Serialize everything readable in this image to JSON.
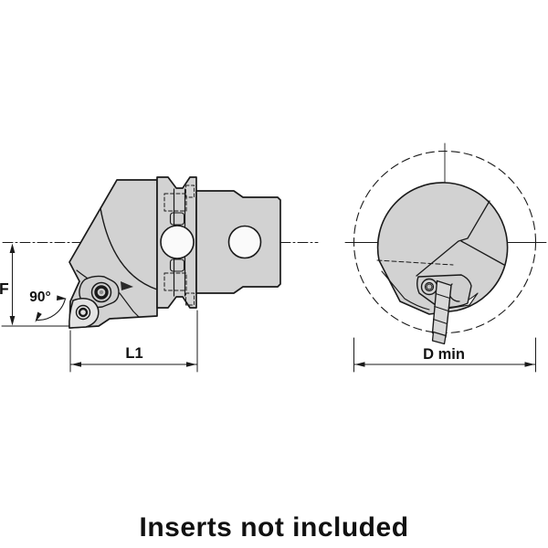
{
  "drawing": {
    "labels": {
      "f": "F",
      "angle": "90°",
      "l1": "L1",
      "d_min": "D min"
    },
    "colors": {
      "background": "#ffffff",
      "body_fill": "#d2d2d2",
      "insert_fill": "#e4e4e4",
      "hole_fill": "#fafafa",
      "line": "#1a1a1a"
    },
    "views": {
      "side": "side-view-of-toolholder",
      "front": "front-view-with-min-bore-diameter"
    }
  },
  "caption": {
    "text": "Inserts not included"
  }
}
